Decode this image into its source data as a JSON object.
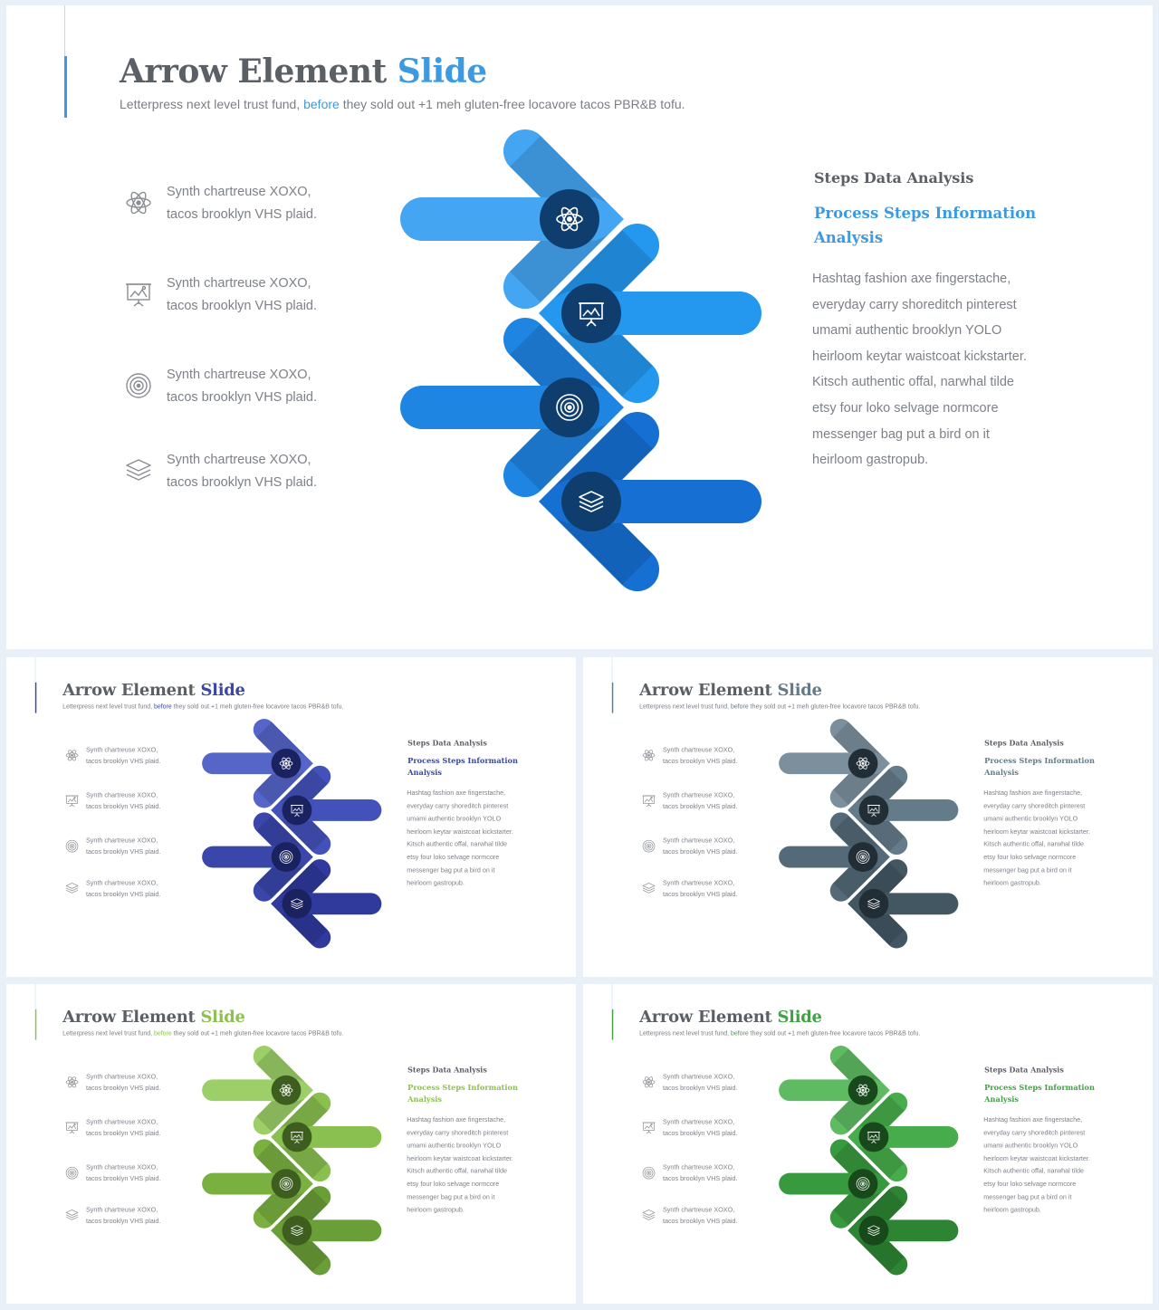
{
  "content": {
    "title_main": "Arrow Element",
    "title_accent": "Slide",
    "subtitle_pre": "Letterpress next level trust fund,",
    "subtitle_accent": "before",
    "subtitle_post": "they sold out +1 meh gluten-free locavore tacos PBR&B tofu.",
    "left_items": [
      {
        "line1": "Synth chartreuse XOXO,",
        "line2": "tacos brooklyn VHS plaid.",
        "icon": "atom-icon"
      },
      {
        "line1": "Synth chartreuse XOXO,",
        "line2": "tacos brooklyn VHS plaid.",
        "icon": "presentation-board-icon"
      },
      {
        "line1": "Synth chartreuse XOXO,",
        "line2": "tacos brooklyn VHS plaid.",
        "icon": "target-icon"
      },
      {
        "line1": "Synth chartreuse XOXO,",
        "line2": "tacos brooklyn VHS plaid.",
        "icon": "layers-icon"
      }
    ],
    "right_heading": "Steps Data Analysis",
    "right_subheading": "Process Steps Information Analysis",
    "right_body": "Hashtag fashion axe fingerstache, everyday carry shoreditch pinterest umami authentic brooklyn YOLO heirloom  keytar waistcoat kickstarter. Kitsch authentic offal, narwhal  tilde etsy four loko selvage normcore messenger bag put a bird on it heirloom  gastropub."
  },
  "themes": [
    {
      "name": "blue",
      "accent": "#3d9ae0",
      "arrows": [
        "#44a6f2",
        "#2497ef",
        "#1f85e3",
        "#1670d4"
      ],
      "circle": "#0f3d6e"
    },
    {
      "name": "indigo",
      "accent": "#3948a8",
      "arrows": [
        "#5565c8",
        "#4352ba",
        "#3a46aa",
        "#2f3a9c"
      ],
      "circle": "#1a2260"
    },
    {
      "name": "slate",
      "accent": "#637a88",
      "arrows": [
        "#7b909c",
        "#647b89",
        "#546a78",
        "#435763"
      ],
      "circle": "#222e36"
    },
    {
      "name": "lime",
      "accent": "#8cc152",
      "arrows": [
        "#9ccf67",
        "#89c04f",
        "#7ab040",
        "#6a9e37"
      ],
      "circle": "#3d5e1e"
    },
    {
      "name": "green",
      "accent": "#43a047",
      "arrows": [
        "#5fbb62",
        "#47ad4c",
        "#389a3e",
        "#2d8533"
      ],
      "circle": "#17491b"
    }
  ]
}
